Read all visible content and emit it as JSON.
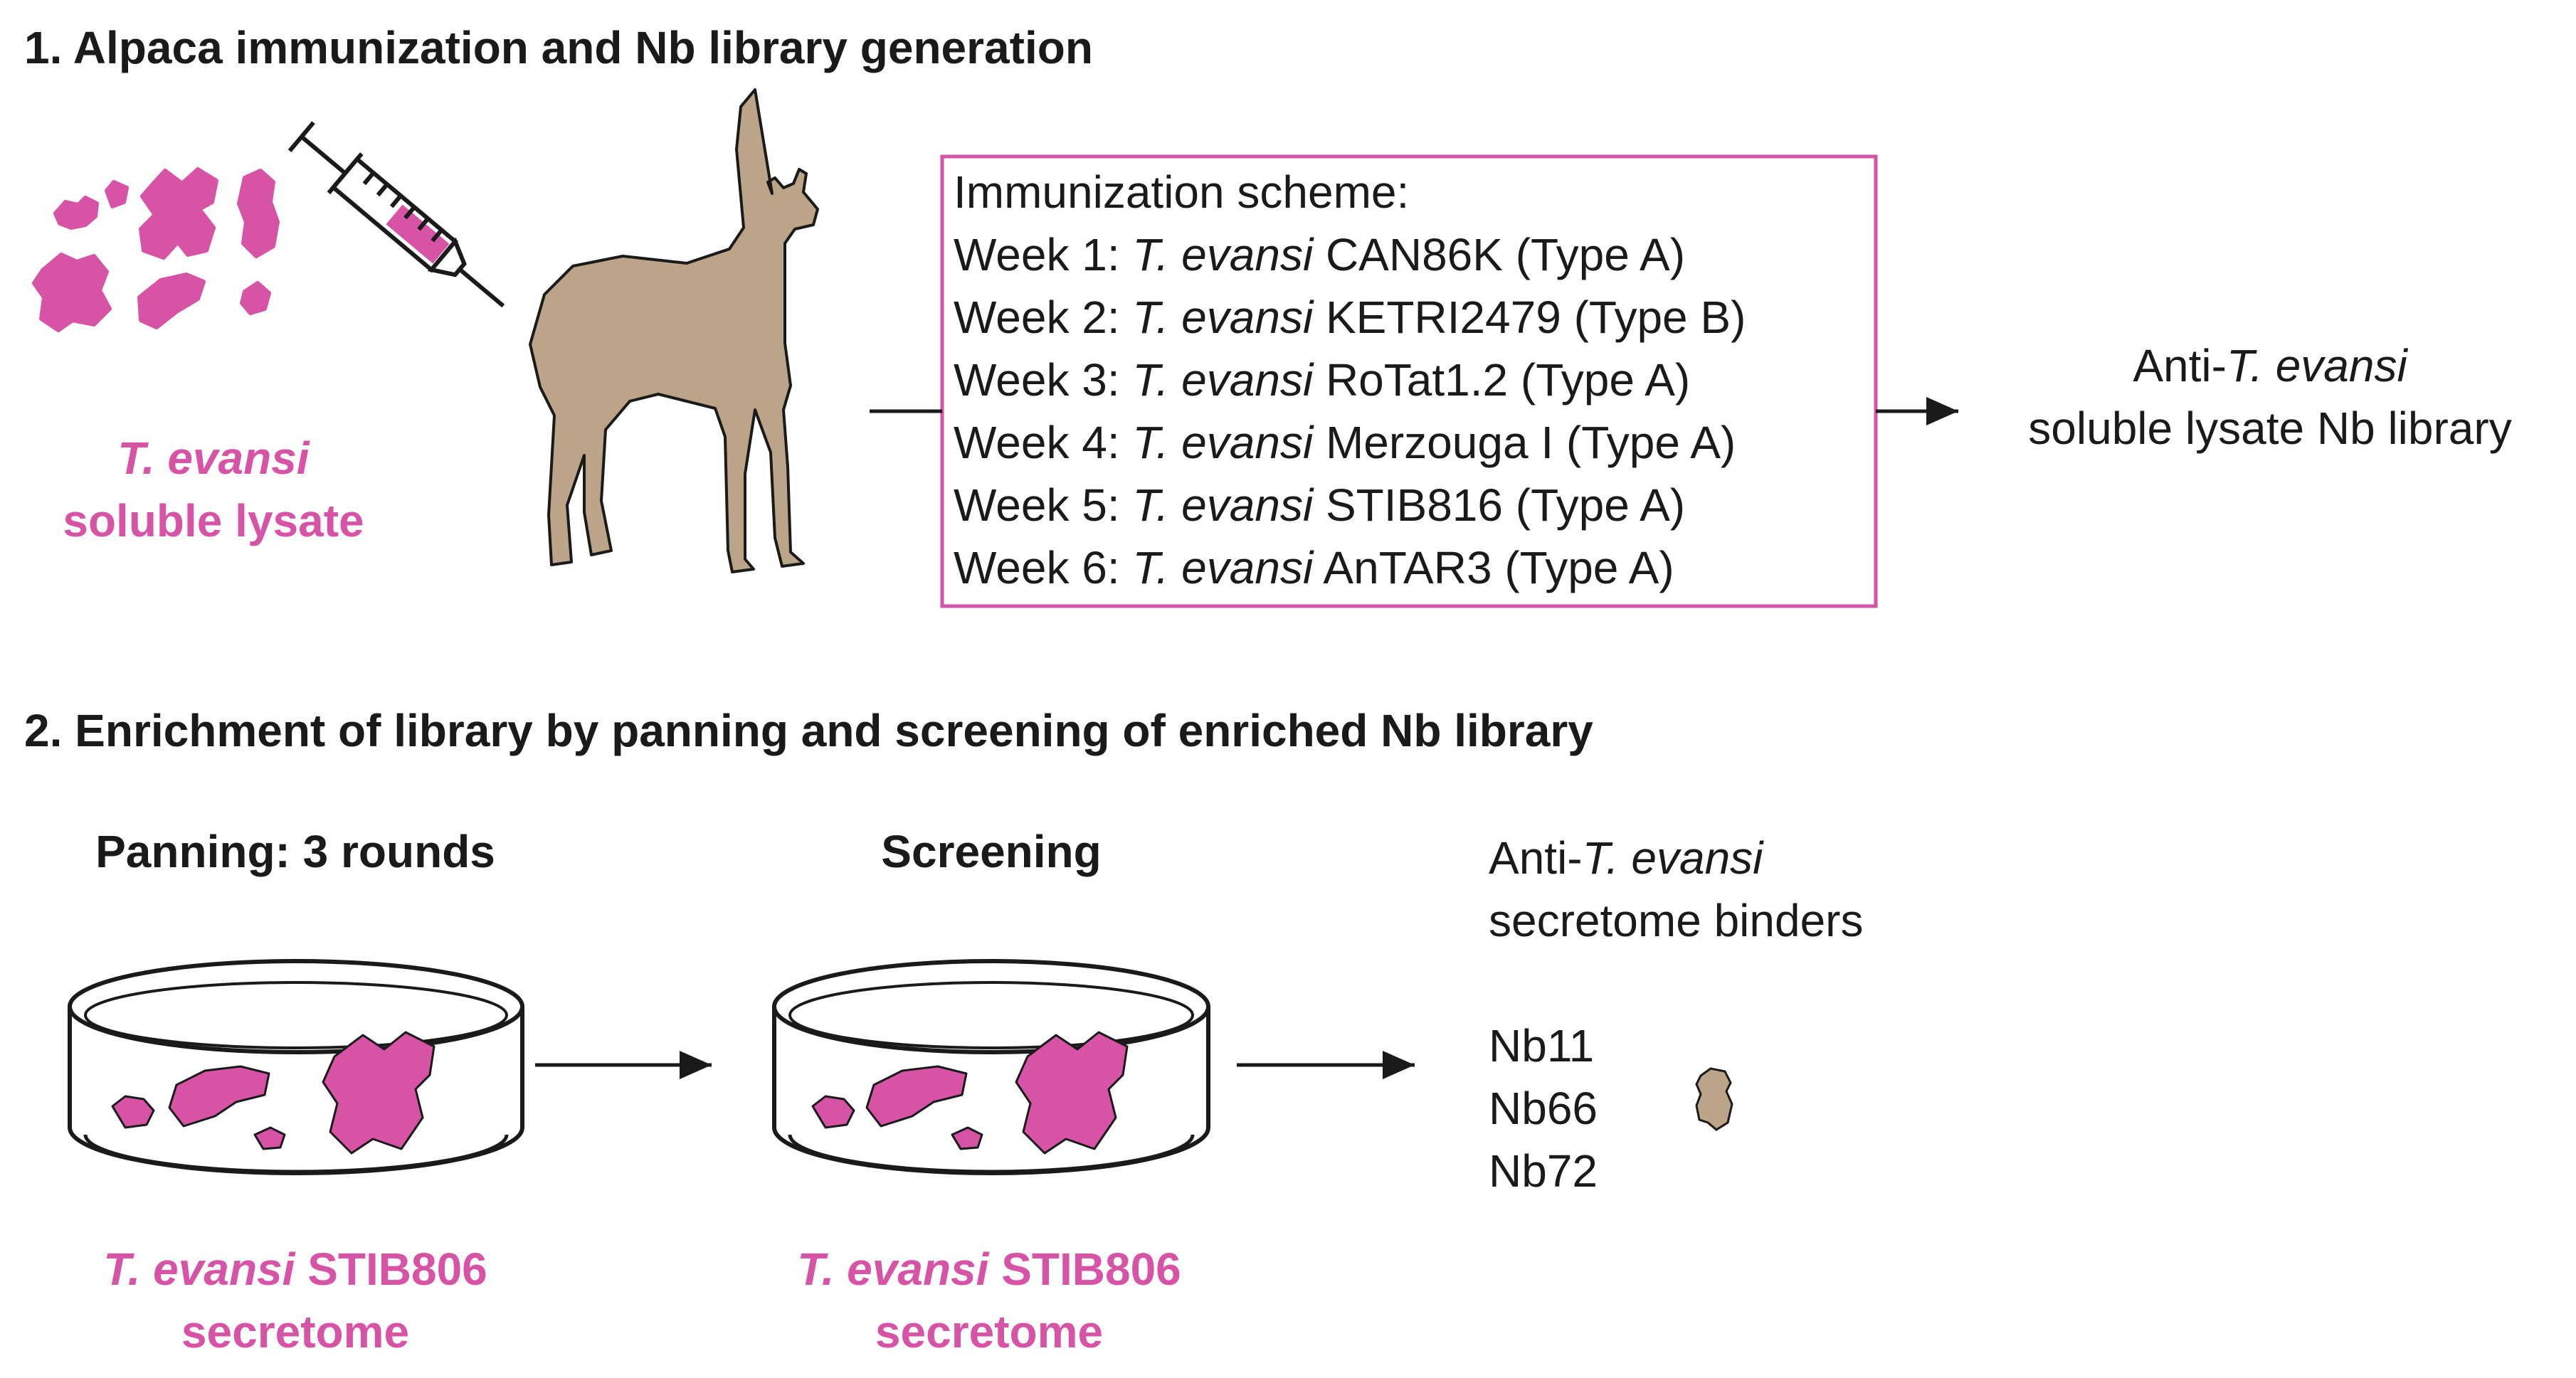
{
  "colors": {
    "pink": "#d653a6",
    "alpaca": "#bba487",
    "text": "#1a1a1a"
  },
  "section1": {
    "heading": "1. Alpaca immunization and Nb library generation",
    "lysate_label": {
      "species": "T. evansi",
      "text": "soluble lysate"
    },
    "scheme": {
      "title": "Immunization scheme:",
      "weeks": [
        {
          "week": "Week 1:",
          "species": "T. evansi",
          "strain": "CAN86K (Type A)"
        },
        {
          "week": "Week 2:",
          "species": "T. evansi",
          "strain": "KETRI2479 (Type B)"
        },
        {
          "week": "Week 3:",
          "species": "T. evansi",
          "strain": "RoTat1.2 (Type A)"
        },
        {
          "week": "Week 4:",
          "species": "T. evansi",
          "strain": "Merzouga I (Type A)"
        },
        {
          "week": "Week 5:",
          "species": "T. evansi",
          "strain": "STIB816 (Type A)"
        },
        {
          "week": "Week 6:",
          "species": "T. evansi",
          "strain": "AnTAR3 (Type A)"
        }
      ]
    },
    "output": {
      "prefix": "Anti-",
      "species": "T. evansi",
      "line2": "soluble lysate Nb library"
    }
  },
  "section2": {
    "heading": "2. Enrichment of library by panning and screening of enriched Nb library",
    "panning": {
      "title": "Panning: 3 rounds",
      "species": "T. evansi",
      "strain": "STIB806",
      "line2": "secretome"
    },
    "screening": {
      "title": "Screening",
      "species": "T. evansi",
      "strain": "STIB806",
      "line2": "secretome"
    },
    "binders": {
      "prefix": "Anti-",
      "species": "T. evansi",
      "line2": "secretome binders",
      "items": [
        "Nb11",
        "Nb66",
        "Nb72"
      ]
    }
  }
}
